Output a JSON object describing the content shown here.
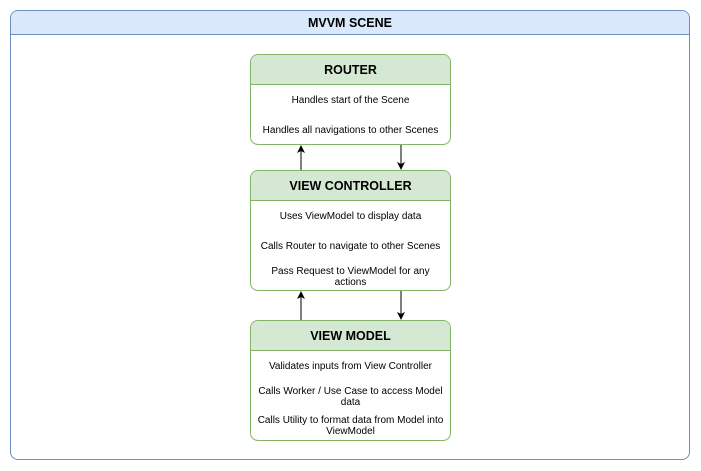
{
  "scene": {
    "title": "MVVM SCENE"
  },
  "router": {
    "title": "ROUTER",
    "lines": [
      "Handles start of the Scene",
      "Handles all navigations to other Scenes"
    ]
  },
  "view_controller": {
    "title": "VIEW CONTROLLER",
    "lines": [
      "Uses ViewModel to display data",
      "Calls Router to navigate to other Scenes",
      "Pass Request to ViewModel for any actions"
    ]
  },
  "view_model": {
    "title": "VIEW MODEL",
    "lines": [
      "Validates inputs from View Controller",
      "Calls Worker / Use Case to access Model data",
      "Calls Utility to format data from Model into ViewModel"
    ]
  },
  "colors": {
    "scene_fill": "#dae8fc",
    "scene_stroke": "#6c8ebf",
    "node_fill": "#d5e8d4",
    "node_stroke": "#82b366"
  }
}
